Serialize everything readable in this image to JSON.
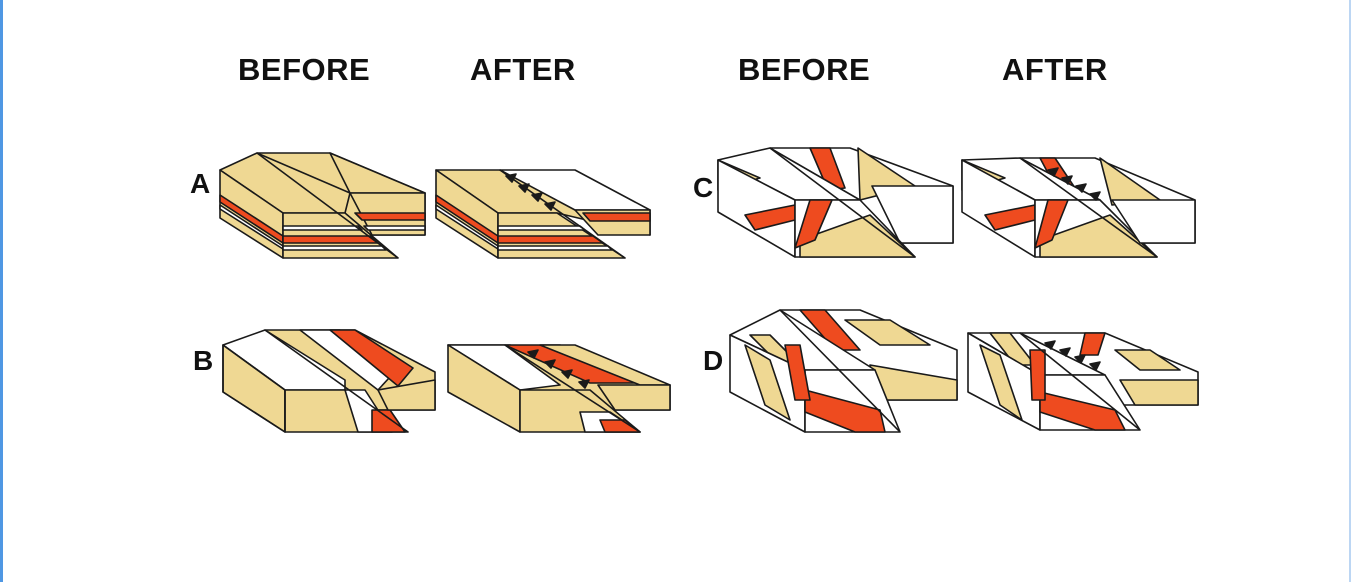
{
  "headers": [
    "BEFORE",
    "AFTER",
    "BEFORE",
    "AFTER"
  ],
  "row_labels": [
    "A",
    "B",
    "C",
    "D"
  ],
  "colors": {
    "tan": "#efd893",
    "red": "#ee4b1f",
    "white": "#ffffff",
    "outline": "#1a1a1a",
    "frame_left": "#4f97e3"
  }
}
